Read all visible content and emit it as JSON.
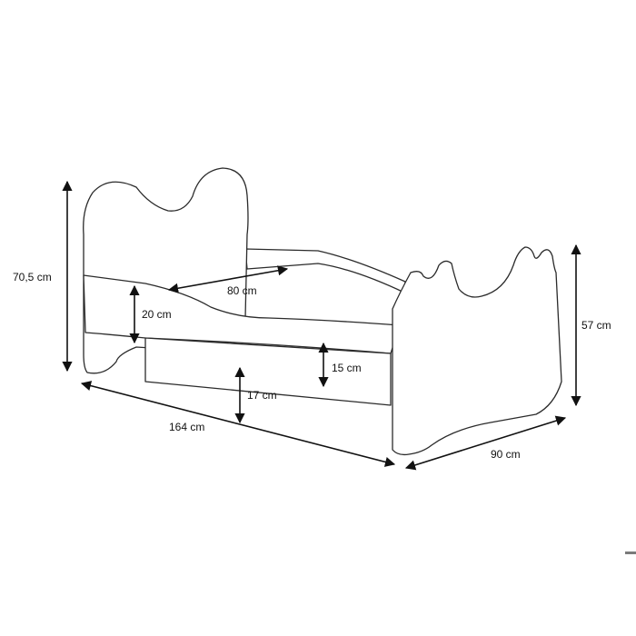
{
  "dimensions": {
    "headboard_height": "70,5 cm",
    "footboard_height": "57 cm",
    "length": "164 cm",
    "width": "90 cm",
    "mattress_width": "80 cm",
    "side_rail_height": "20 cm",
    "drawer_height": "15 cm",
    "floor_clearance": "17 cm"
  },
  "colors": {
    "outline": "#2b2b2b",
    "dimension": "#111111",
    "background": "#ffffff"
  }
}
